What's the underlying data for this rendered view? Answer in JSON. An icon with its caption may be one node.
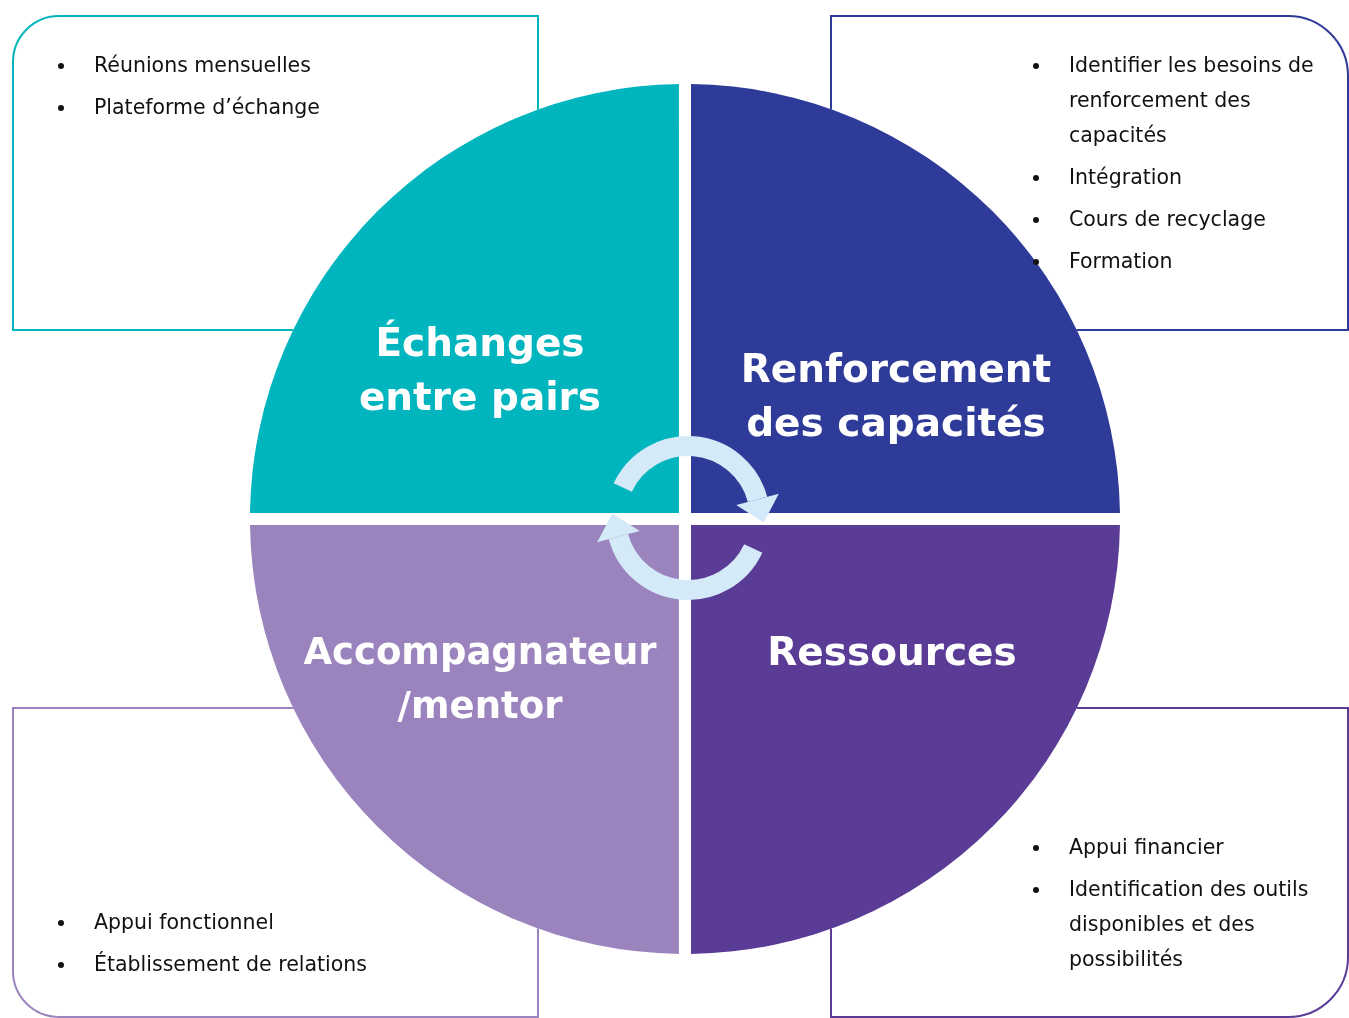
{
  "diagram": {
    "nodes": [
      {
        "text": [
          "Réunions mensuelles",
          "Plateforme d’échange"
        ]
      },
      {
        "text": [
          "Identifier les besoins de renforcement des capacités",
          "Intégration",
          "Cours de recyclage",
          "Formation"
        ]
      },
      {
        "text": [
          "Échanges entre pairs"
        ]
      },
      {
        "text": [
          "Renforcement des capacités"
        ]
      },
      {
        "text": [
          "Accompagnateur /mentor"
        ]
      },
      {
        "text": [
          "Ressources"
        ]
      },
      {
        "text": [
          "Appui fonctionnel",
          "Établissement de relations"
        ]
      },
      {
        "text": [
          "Appui financier",
          "Identification des outils disponibles et des possibilités"
        ]
      }
    ]
  }
}
